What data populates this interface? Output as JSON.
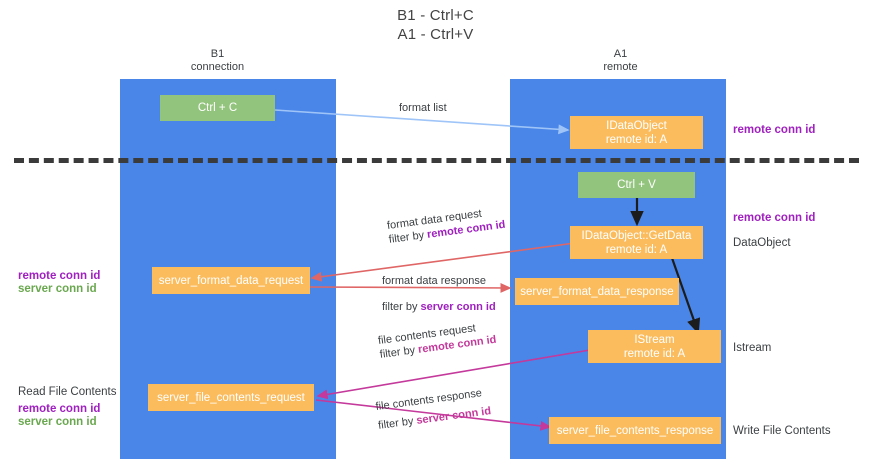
{
  "title": {
    "line1": "B1 - Ctrl+C",
    "line2": "A1 - Ctrl+V"
  },
  "lanes": [
    {
      "id": "b1",
      "name": "B1",
      "role": "connection"
    },
    {
      "id": "a1",
      "name": "A1",
      "role": "remote"
    }
  ],
  "nodes": {
    "ctrl_c": {
      "line1": "Ctrl + C",
      "line2": ""
    },
    "idataobject": {
      "line1": "IDataObject",
      "line2": "remote id: A"
    },
    "ctrl_v": {
      "line1": "Ctrl + V",
      "line2": ""
    },
    "getdata": {
      "line1": "IDataObject::GetData",
      "line2": "remote id: A"
    },
    "fmt_req": {
      "line1": "server_format_data_request",
      "line2": ""
    },
    "fmt_resp": {
      "line1": "server_format_data_response",
      "line2": ""
    },
    "istream": {
      "line1": "IStream",
      "line2": "remote id: A"
    },
    "file_req": {
      "line1": "server_file_contents_request",
      "line2": ""
    },
    "file_resp": {
      "line1": "server_file_contents_response",
      "line2": ""
    }
  },
  "edge_labels": {
    "format_list": {
      "l1": "format list",
      "l2": "",
      "l2_hl": ""
    },
    "fmt_data_request": {
      "l1": "format data request",
      "l2": "filter by ",
      "l2_hl": "remote conn id"
    },
    "fmt_data_response": {
      "l1": "format data response",
      "l2": "filter by ",
      "l2_hl": "server conn id"
    },
    "file_contents_request": {
      "l1": "file contents request",
      "l2": "filter by ",
      "l2_hl": "remote conn id"
    },
    "file_contents_response": {
      "l1": "file contents response",
      "l2": "filter by ",
      "l2_hl": "server conn id"
    }
  },
  "annotations": {
    "right_remote_conn_top": "remote conn id",
    "right_remote_conn_mid": "remote conn id",
    "right_dataobject": "DataObject",
    "right_istream": "Istream",
    "right_write_file": "Write File Contents",
    "left_remote_conn_mid": "remote conn id",
    "left_server_conn_mid": "server conn id",
    "left_read_file": "Read File Contents",
    "left_remote_conn_bot": "remote conn id",
    "left_server_conn_bot": "server conn id"
  },
  "colors": {
    "lane": "#4a86e8",
    "node_green": "#93c47d",
    "node_orange": "#fbbc5e",
    "accent_purple": "#a020c0",
    "accent_green": "#6aa84f",
    "accent_magenta": "#c4399b",
    "edge_blue": "#9fc5f8",
    "edge_red": "#e06666",
    "edge_dark": "#1c1c1c",
    "separator": "#3b3b3b",
    "text": "#3c4043"
  }
}
